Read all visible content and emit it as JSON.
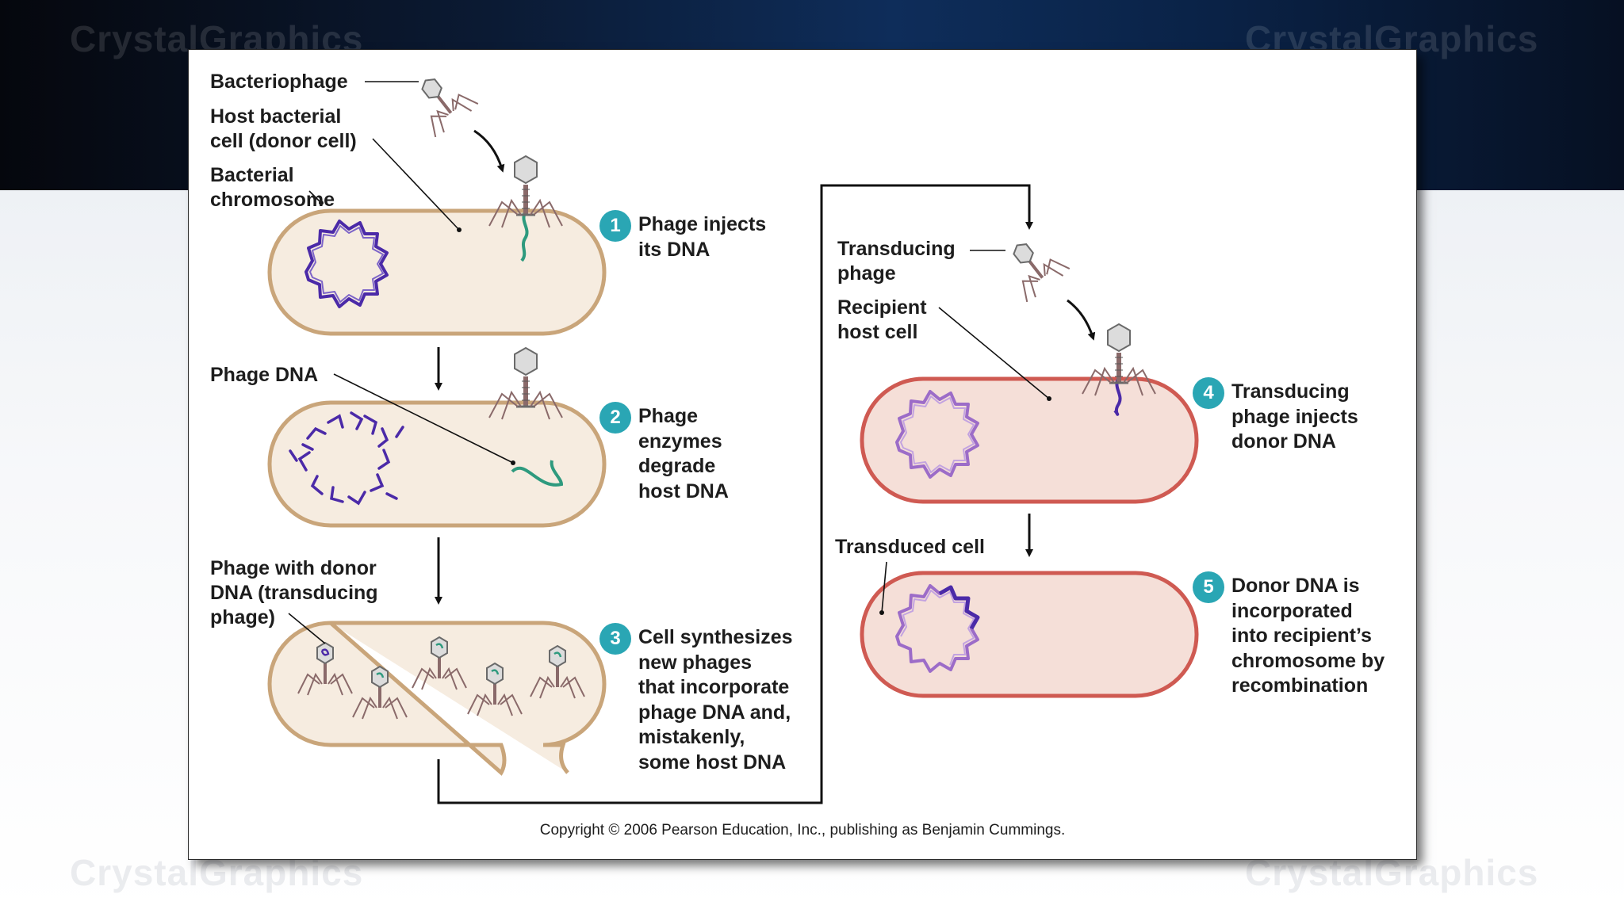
{
  "watermark": {
    "text": "CrystalGraphics"
  },
  "labels": {
    "bacteriophage": "Bacteriophage",
    "host_cell": "Host bacterial\ncell (donor cell)",
    "bacterial_chromosome": "Bacterial\nchromosome",
    "phage_dna": "Phage DNA",
    "phage_with_donor": "Phage with donor\nDNA (transducing\nphage)",
    "transducing_phage": "Transducing\nphage",
    "recipient_cell": "Recipient\nhost cell",
    "transduced_cell": "Transduced cell"
  },
  "steps": [
    {
      "number": "1",
      "text": "Phage injects\nits DNA"
    },
    {
      "number": "2",
      "text": "Phage\nenzymes\ndegrade\nhost DNA"
    },
    {
      "number": "3",
      "text": "Cell synthesizes\nnew phages\nthat incorporate\nphage DNA and,\nmistakenly,\nsome host DNA"
    },
    {
      "number": "4",
      "text": "Transducing\nphage injects\ndonor DNA"
    },
    {
      "number": "5",
      "text": "Donor DNA is\nincorporated\ninto recipient’s\nchromosome by\nrecombination"
    }
  ],
  "copyright": "Copyright © 2006 Pearson Education, Inc., publishing as Benjamin Cummings.",
  "colors": {
    "donor_cell_fill": "#f6ece0",
    "donor_cell_outline": "#c9a57a",
    "recipient_cell_fill": "#f5dfd8",
    "recipient_cell_outline": "#cf5a52",
    "host_dna": "#4b2aa8",
    "phage_dna": "#2e9a7e",
    "step_badge": "#2aa6b4"
  }
}
